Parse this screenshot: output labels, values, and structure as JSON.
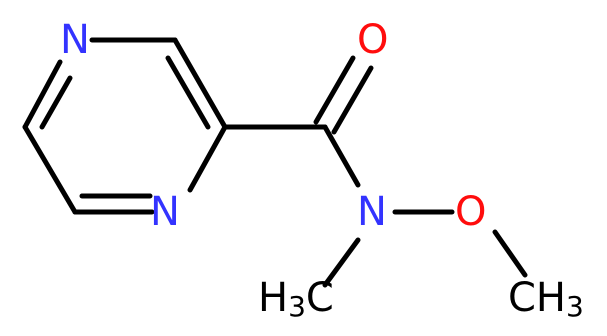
{
  "molecule": {
    "atoms": {
      "n_ring_top": "N",
      "n_ring_bottom": "N",
      "o_carbonyl": "O",
      "n_amide": "N",
      "o_methoxy": "O",
      "ch3_left": {
        "main": "H",
        "sub": "3",
        "tail": "C"
      },
      "ch3_right": {
        "main": "CH",
        "sub": "3"
      }
    },
    "colors": {
      "nitrogen": "#3333ff",
      "oxygen": "#ff0d0d",
      "carbon": "#000000",
      "bond": "#000000"
    }
  }
}
